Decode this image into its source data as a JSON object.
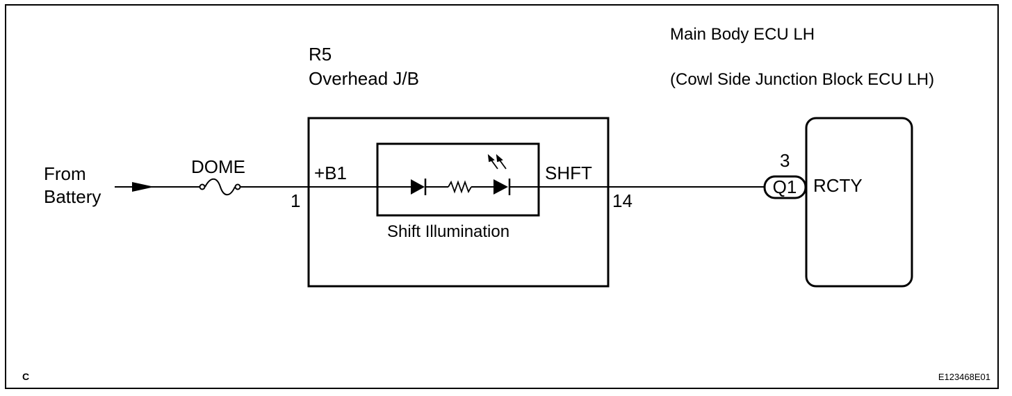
{
  "corner_letter": "C",
  "figure_code": "E123468E01",
  "source": {
    "line1": "From",
    "line2": "Battery"
  },
  "fuse": {
    "name": "DOME"
  },
  "junction_block": {
    "code": "R5",
    "name": "Overhead J/B",
    "input_terminal": "+B1",
    "input_pin": "1",
    "output_terminal": "SHFT",
    "output_pin": "14",
    "component": "Shift Illumination"
  },
  "ecu": {
    "title": "Main Body ECU LH",
    "subtitle": "(Cowl Side Junction Block ECU LH)",
    "connector": "Q1",
    "pin": "3",
    "terminal": "RCTY"
  }
}
